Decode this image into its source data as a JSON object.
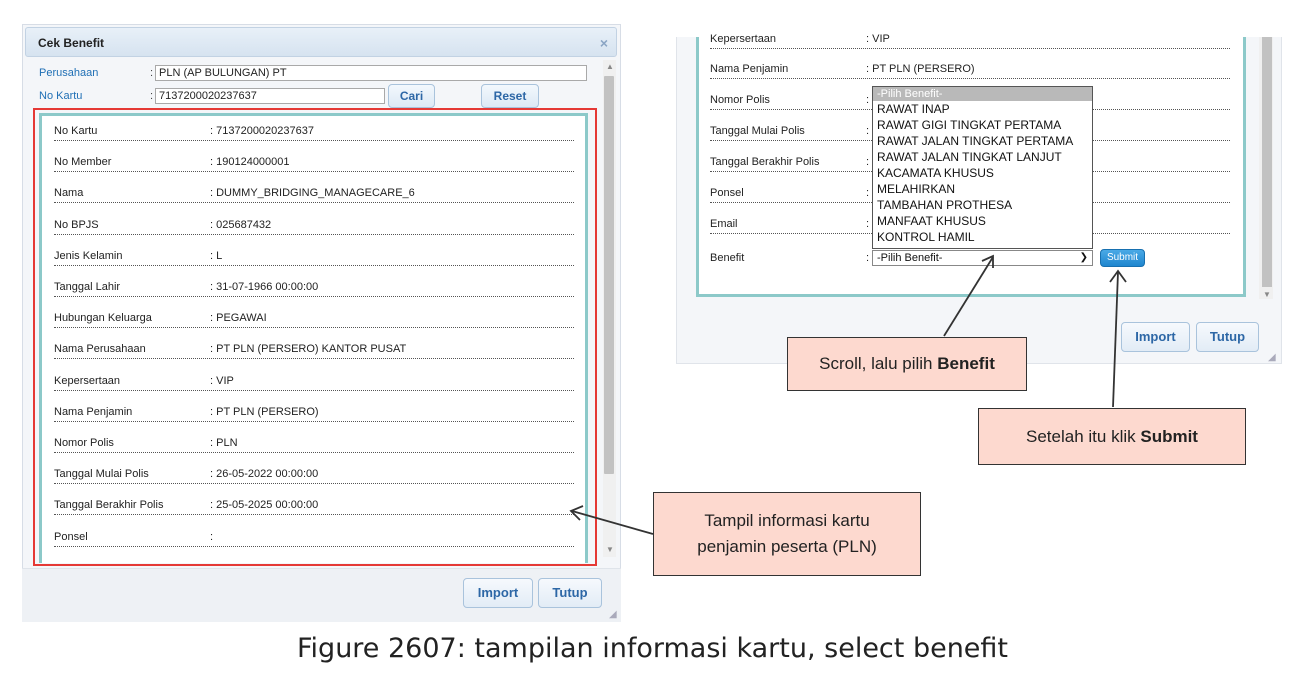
{
  "left_dialog": {
    "title": "Cek Benefit",
    "close_glyph": "×",
    "perusahaan_label": "Perusahaan",
    "perusahaan_value": "PLN (AP BULUNGAN) PT",
    "no_kartu_label": "No Kartu",
    "no_kartu_value": "7137200020237637",
    "colon": ":",
    "cari_label": "Cari",
    "reset_label": "Reset",
    "rows": [
      {
        "label": "No Kartu",
        "value": ": 7137200020237637"
      },
      {
        "label": "No Member",
        "value": ": 190124000001"
      },
      {
        "label": "Nama",
        "value": ": DUMMY_BRIDGING_MANAGECARE_6"
      },
      {
        "label": "No BPJS",
        "value": ": 025687432"
      },
      {
        "label": "Jenis Kelamin",
        "value": ": L"
      },
      {
        "label": "Tanggal Lahir",
        "value": ": 31-07-1966 00:00:00"
      },
      {
        "label": "Hubungan Keluarga",
        "value": ": PEGAWAI"
      },
      {
        "label": "Nama Perusahaan",
        "value": ": PT PLN (PERSERO) KANTOR PUSAT"
      },
      {
        "label": "Kepersertaan",
        "value": ": VIP"
      },
      {
        "label": "Nama Penjamin",
        "value": ": PT PLN (PERSERO)"
      },
      {
        "label": "Nomor Polis",
        "value": ": PLN"
      },
      {
        "label": "Tanggal Mulai Polis",
        "value": ": 26-05-2022 00:00:00"
      },
      {
        "label": "Tanggal Berakhir Polis",
        "value": ": 25-05-2025 00:00:00"
      },
      {
        "label": "Ponsel",
        "value": ":"
      }
    ],
    "import_label": "Import",
    "tutup_label": "Tutup"
  },
  "right_dialog": {
    "rows": [
      {
        "label": "Kepersertaan",
        "value": ": VIP"
      },
      {
        "label": "Nama Penjamin",
        "value": ": PT PLN (PERSERO)"
      },
      {
        "label": "Nomor Polis",
        "value": ":"
      },
      {
        "label": "Tanggal Mulai Polis",
        "value": ":"
      },
      {
        "label": "Tanggal Berakhir Polis",
        "value": ":"
      },
      {
        "label": "Ponsel",
        "value": ":"
      },
      {
        "label": "Email",
        "value": ":"
      },
      {
        "label": "Benefit",
        "value": ":"
      }
    ],
    "benefit_placeholder": "-Pilih Benefit-",
    "benefit_options": [
      "RAWAT INAP",
      "RAWAT GIGI TINGKAT PERTAMA",
      "RAWAT JALAN TINGKAT PERTAMA",
      "RAWAT JALAN TINGKAT LANJUT",
      "KACAMATA KHUSUS",
      "MELAHIRKAN",
      "TAMBAHAN PROTHESA",
      "MANFAAT KHUSUS",
      "KONTROL HAMIL"
    ],
    "submit_label": "Submit",
    "import_label": "Import",
    "tutup_label": "Tutup"
  },
  "callouts": {
    "scroll_prefix": "Scroll, lalu pilih ",
    "scroll_bold": "Benefit",
    "submit_prefix": "Setelah itu klik ",
    "submit_bold": "Submit",
    "info_line1": "Tampil informasi kartu",
    "info_line2": "penjamin peserta (PLN)"
  },
  "caption": "Figure 2607: tampilan informasi kartu, select benefit",
  "colors": {
    "highlight_red": "#e53935",
    "panel_teal": "#8cc9c9",
    "callout_fill": "#fdd9cf",
    "button_text": "#2d67a6",
    "submit_blue": "#1f86cf"
  }
}
